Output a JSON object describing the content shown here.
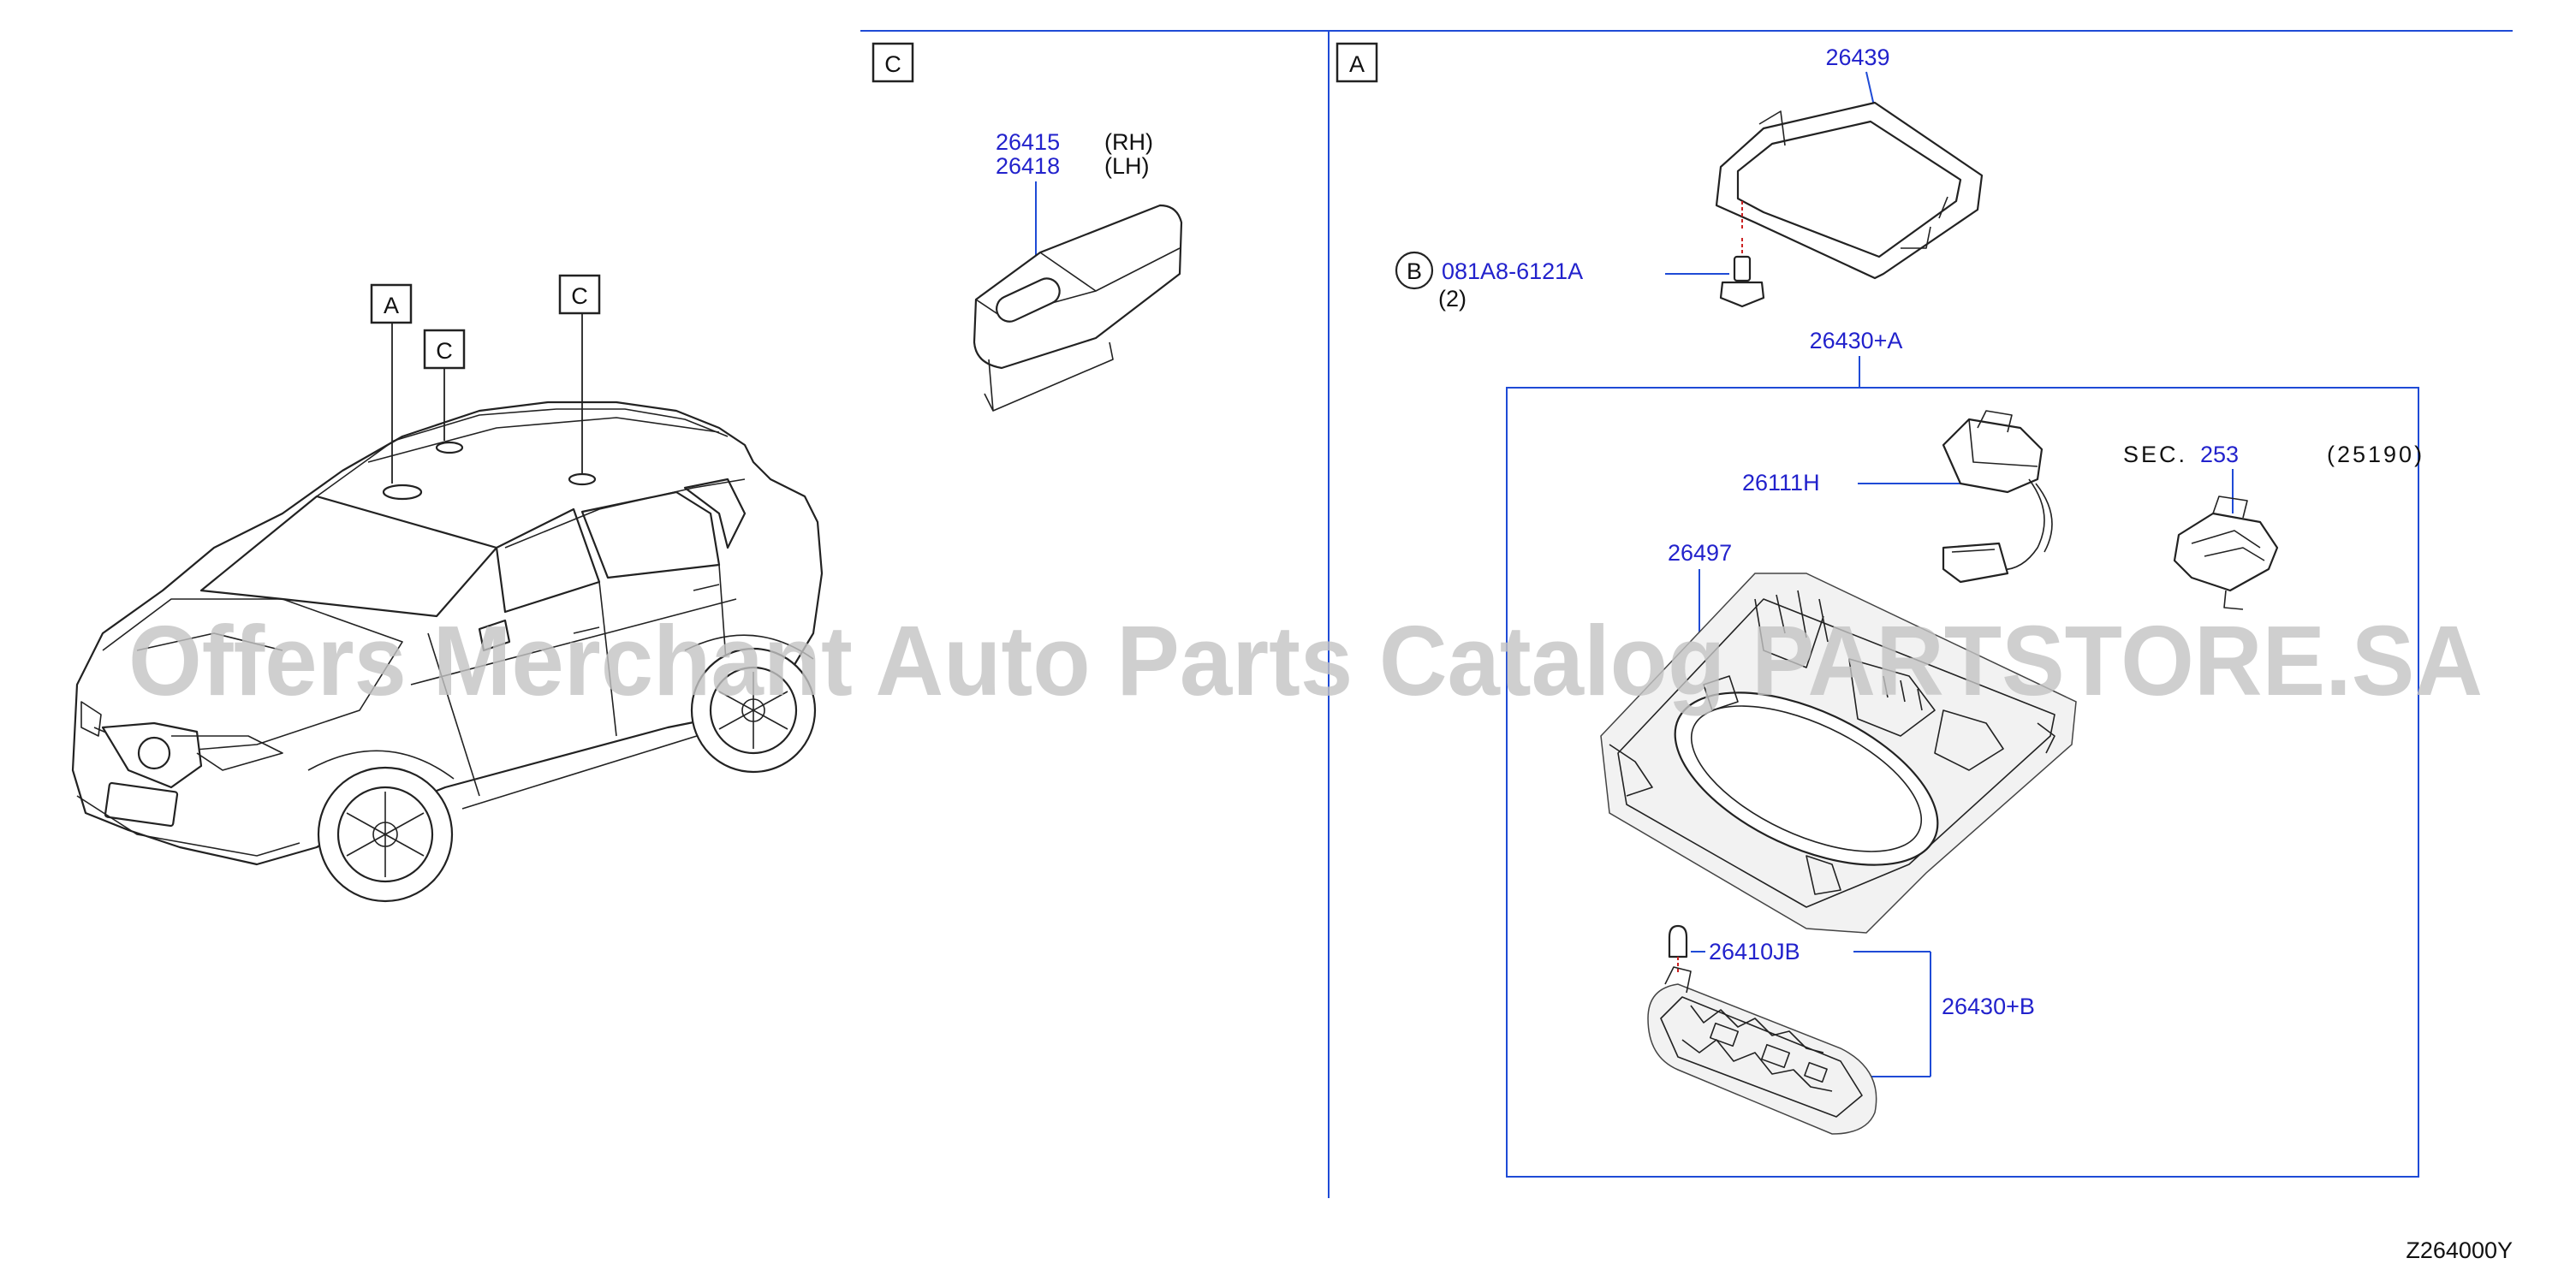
{
  "views": {
    "c_label": "C",
    "a_label": "A",
    "vehicle_refs": [
      "A",
      "C",
      "C"
    ]
  },
  "parts": {
    "p26415": "26415",
    "p26418": "26418",
    "rh": "(RH)",
    "lh": "(LH)",
    "p26439": "26439",
    "bolt_ref": "B",
    "bolt_pn": "081A8-6121A",
    "bolt_qty": "(2)",
    "p26430a": "26430+A",
    "p26111h": "26111H",
    "sec_prefix": "SEC.",
    "sec_num": "253",
    "sec_ref": "(25190)",
    "p26497": "26497",
    "p26410jb": "26410JB",
    "p26430b": "26430+B"
  },
  "drawing_code": "Z264000Y",
  "watermark": "Offers Merchant Auto Parts Catalog PARTSTORE.SA"
}
